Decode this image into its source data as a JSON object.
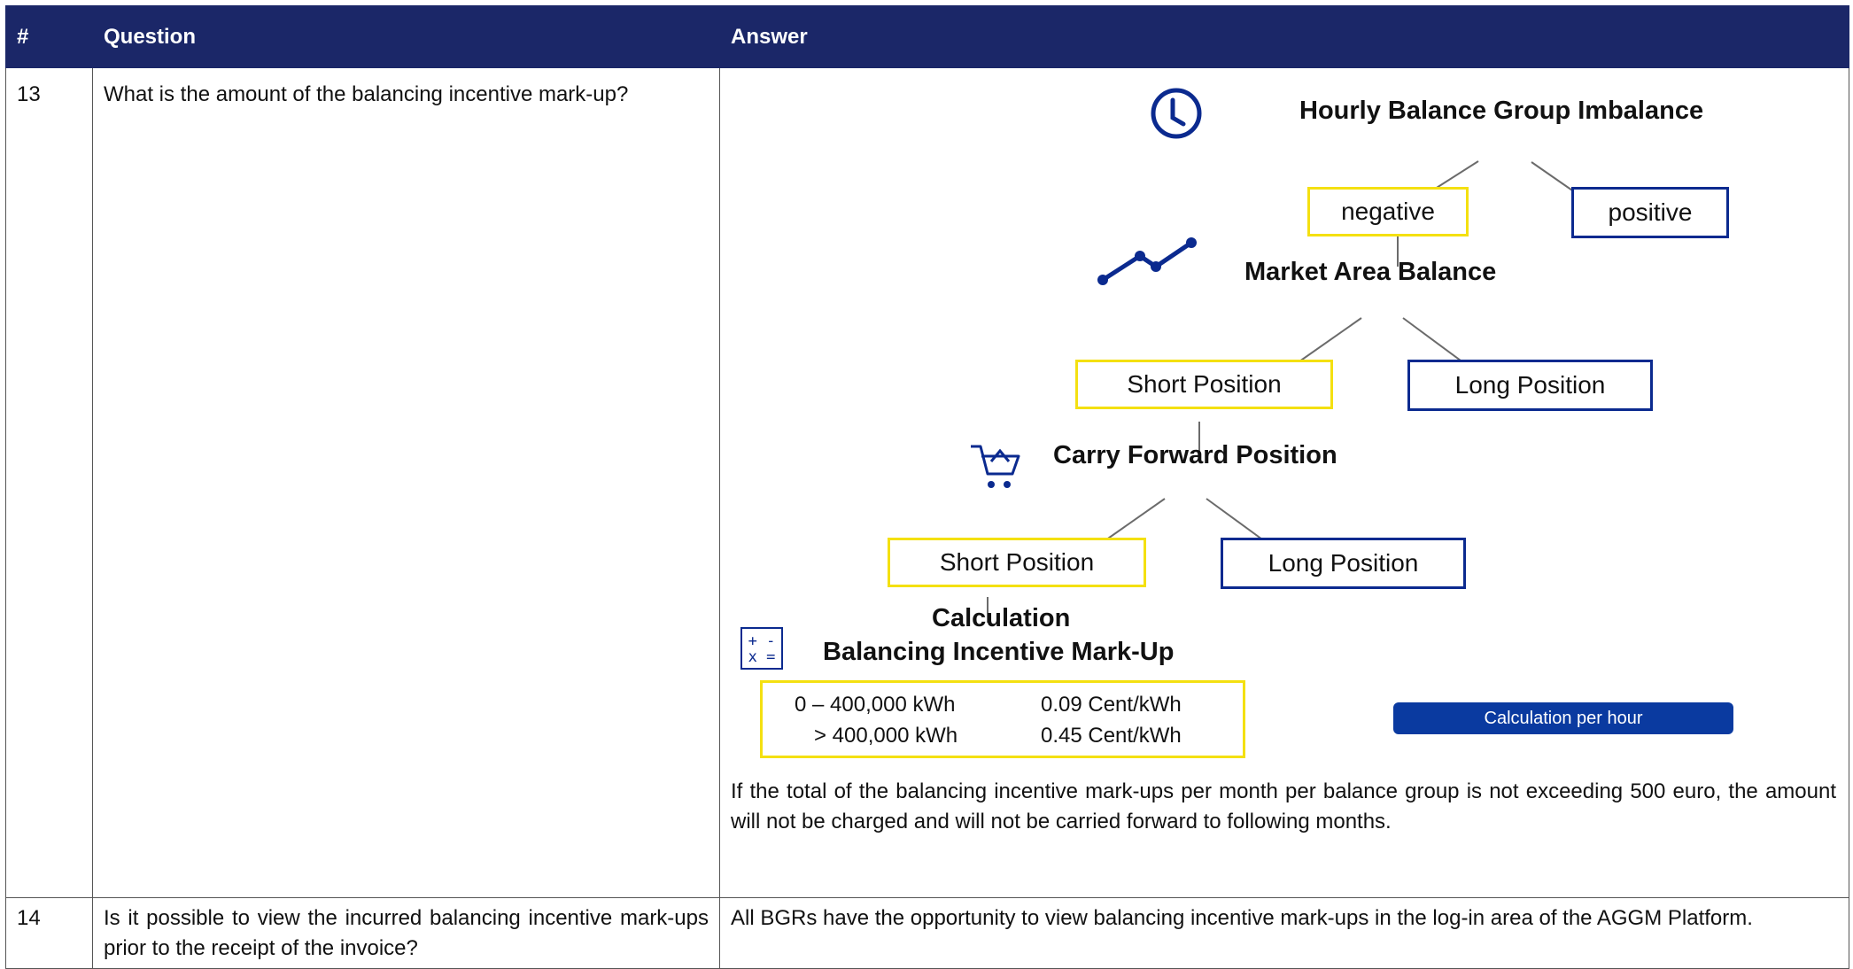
{
  "header": {
    "num": "#",
    "question": "Question",
    "answer": "Answer"
  },
  "rows": [
    {
      "num": "13",
      "question": "What is the amount of the balancing incentive mark-up?",
      "diagram": {
        "level1_title": "Hourly Balance Group Imbalance",
        "level1_left": "negative",
        "level1_right": "positive",
        "level2_title": "Market Area Balance",
        "level2_left": "Short Position",
        "level2_right": "Long Position",
        "level3_title": "Carry Forward Position",
        "level3_left": "Short Position",
        "level3_right": "Long Position",
        "calc_title_1": "Calculation",
        "calc_title_2": "Balancing Incentive Mark-Up",
        "calc_icon_text": "+ -\nx =",
        "tiers": [
          {
            "range": "0 – 400,000 kWh",
            "rate": "0.09 Cent/kWh"
          },
          {
            "range": "> 400,000 kWh",
            "rate": "0.45 Cent/kWh"
          }
        ],
        "per_hour_label": "Calculation per hour"
      },
      "note": "If the total of the balancing incentive mark-ups per month per balance group is not exceeding 500 euro, the amount will not be charged and will not be carried forward to following months."
    },
    {
      "num": "14",
      "question": "Is it possible to view the incurred balancing incentive mark-ups prior to the receipt of the invoice?",
      "answer": "All BGRs have the opportunity to view balancing incentive mark-ups in the log-in area of the AGGM Platform."
    }
  ],
  "colors": {
    "header_bg": "#1b2768",
    "yellow_box": "#f4e011",
    "blue_box": "#0b2a8f",
    "pill": "#0a3aa0"
  }
}
